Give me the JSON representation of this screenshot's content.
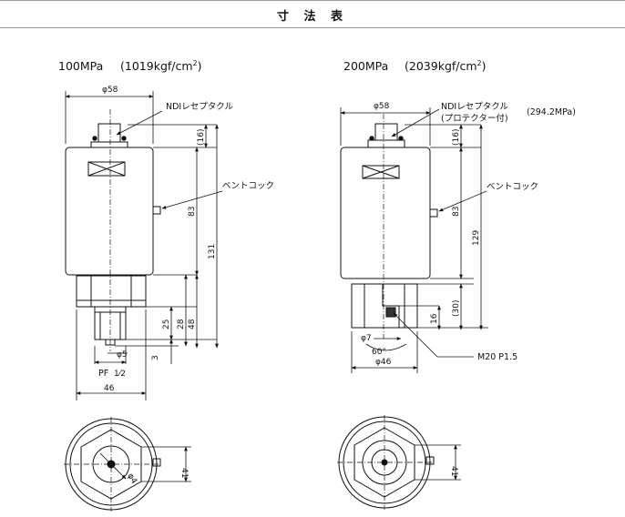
{
  "header": {
    "title": "寸 法 表"
  },
  "left": {
    "pressure_label": "100MPa",
    "pressure_kgf": "1019kgf/cm",
    "exponent": "2",
    "dim_dia_top": "φ58",
    "coupler_label": "NDIレセプタクル",
    "vent_label": "ベントコック",
    "dim_16": "(16)",
    "dim_83": "83",
    "dim_131": "131",
    "dim_25": "25",
    "dim_28": "28",
    "dim_48": "48",
    "dim_3": "3",
    "dim_dia5": "φ5",
    "port_label": "PF",
    "port_frac": "1⁄2",
    "dim_46": "46",
    "dim_41": "41",
    "dim_dia4": "φ4"
  },
  "right": {
    "pressure_label": "200MPa",
    "pressure_kgf": "2039kgf/cm",
    "exponent": "2",
    "dim_dia_top": "φ58",
    "coupler_label": "NDIレセプタクル",
    "coupler_rating": "(294.2MPa)",
    "protector_label": "(プロテクター付)",
    "vent_label": "ベントコック",
    "dim_16": "(16)",
    "dim_83": "83",
    "dim_129": "129",
    "dim_30": "(30)",
    "dim_16b": "16",
    "dim_dia7": "φ7",
    "dim_60": "60°",
    "thread_label": "M20 P1.5",
    "dim_46": "φ46",
    "dim_41": "41"
  }
}
